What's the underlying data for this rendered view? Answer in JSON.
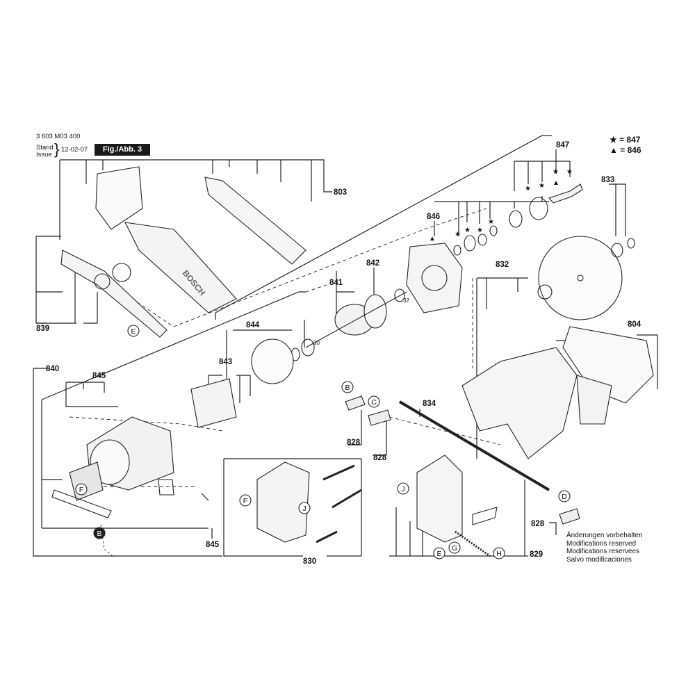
{
  "header": {
    "part_number": "3 603 M03 400",
    "stand_label": "Stand",
    "issue_label": "Issue",
    "date": "12-02-07",
    "figure": "Fig./Abb. 3"
  },
  "legend": [
    {
      "symbol": "★",
      "ref": "= 847"
    },
    {
      "symbol": "▲",
      "ref": "= 846"
    }
  ],
  "notes": [
    "Änderungen vorbehalten",
    "Modifications reserved",
    "Modifications reservees",
    "Salvo modificaciones"
  ],
  "brand_text": "BOSCH",
  "ref_numbers": [
    "803",
    "839",
    "840",
    "845",
    "844",
    "843",
    "841",
    "842",
    "846",
    "847",
    "833",
    "832",
    "804",
    "834",
    "828",
    "828",
    "828",
    "829",
    "830",
    "845"
  ],
  "small_numbers": [
    "30",
    "32"
  ],
  "letters": [
    "E",
    "F",
    "B",
    "B",
    "C",
    "F",
    "J",
    "J",
    "E",
    "G",
    "H",
    "D"
  ]
}
